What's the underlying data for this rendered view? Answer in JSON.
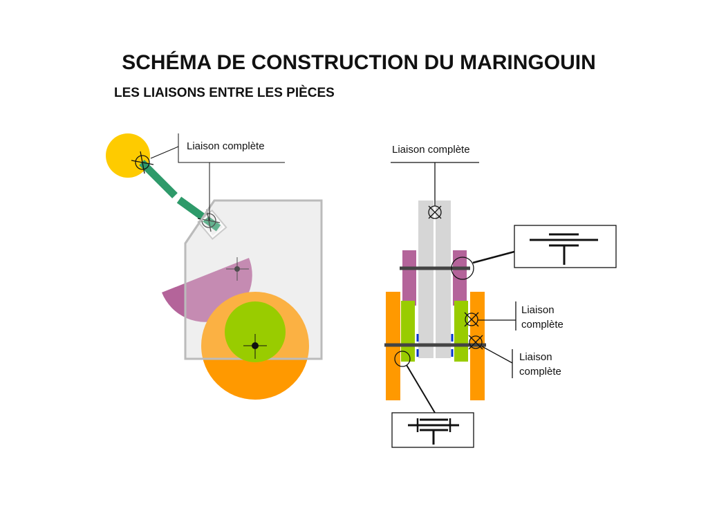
{
  "title": "SCHÉMA DE CONSTRUCTION DU MARINGOUIN",
  "subtitle": "LES LIAISONS ENTRE LES PIÈCES",
  "labels": {
    "left_top": "Liaison complète",
    "right_top": "Liaison complète",
    "right_middle": [
      "Liaison",
      "complète"
    ],
    "right_lower": [
      "Liaison",
      "complète"
    ]
  },
  "colors": {
    "yellow_disc": "#fecb00",
    "green_link": "#2e9a6a",
    "frame_fill": "#efefef",
    "frame_stroke": "#bbbbbb",
    "purple_segment": "#b4649a",
    "orange_gear": "#ff9900",
    "lime_gear": "#99cc00",
    "gray_shaft": "#d6d6d6",
    "axle": "#444444",
    "blue_marks": "#0033cc"
  }
}
